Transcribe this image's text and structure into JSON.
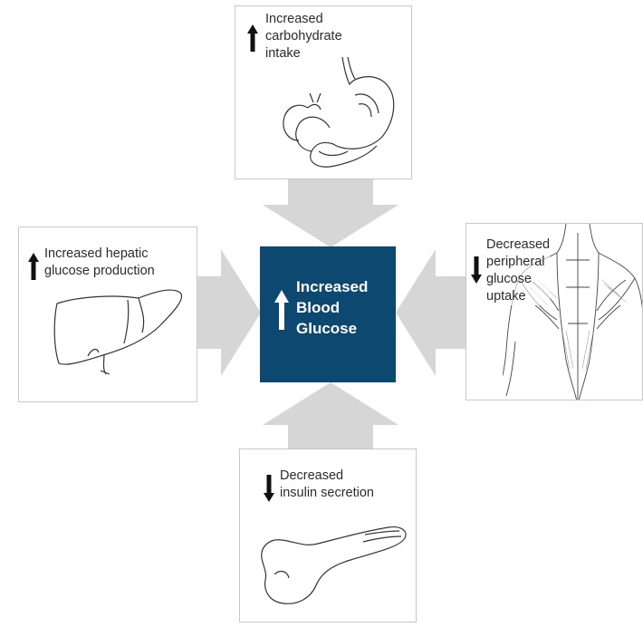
{
  "center": {
    "label": "Increased\nBlood\nGlucose",
    "direction": "up",
    "color": "#0d4870"
  },
  "factors": {
    "top": {
      "label": "Increased\ncarbohydrate\nintake",
      "direction": "up",
      "organ": "stomach"
    },
    "left": {
      "label": "Increased hepatic\nglucose production",
      "direction": "up",
      "organ": "liver"
    },
    "right": {
      "label": "Decreased\nperipheral\nglucose\nuptake",
      "direction": "down",
      "organ": "muscles"
    },
    "bottom": {
      "label": "Decreased\ninsulin secretion",
      "direction": "down",
      "organ": "pancreas"
    }
  },
  "colors": {
    "arrow_gray": "#d6d6d6",
    "box_border": "#c8c8c8",
    "text": "#2b2b2b"
  }
}
